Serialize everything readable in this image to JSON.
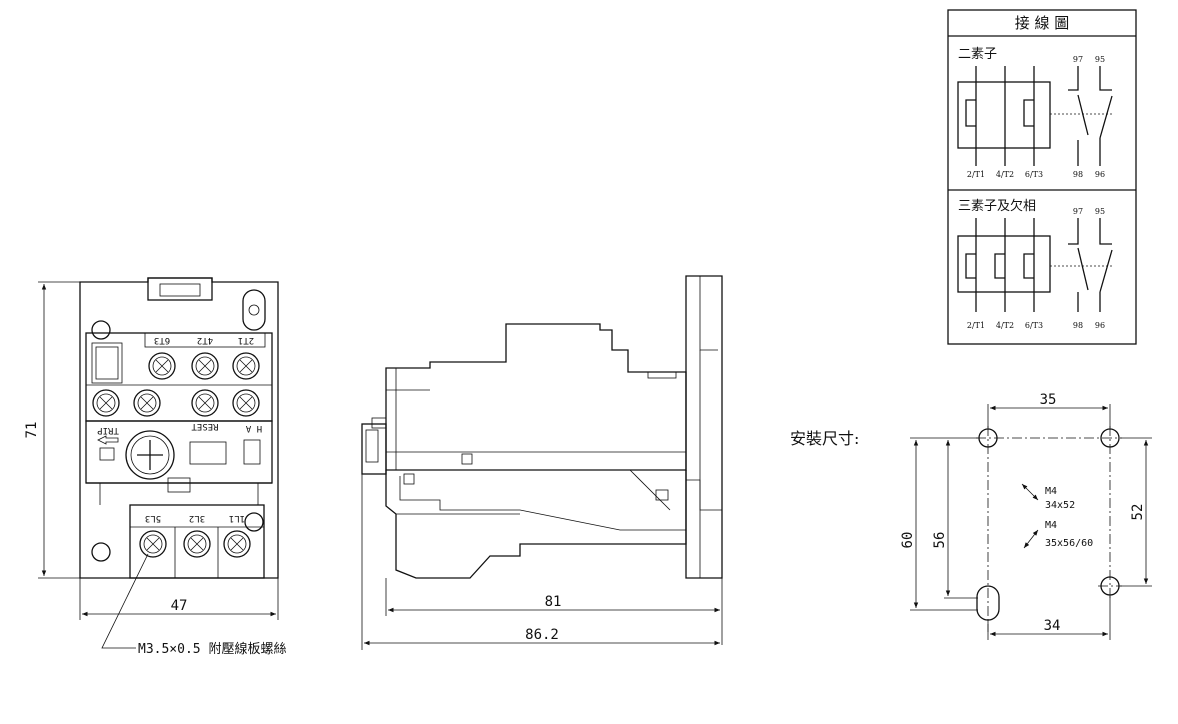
{
  "wiring_box": {
    "title": "接 線 圖",
    "two_element": {
      "label": "二素子",
      "aux_top": [
        "97",
        "95"
      ],
      "terminals": [
        "2/T1",
        "4/T2",
        "6/T3"
      ],
      "aux_bottom": [
        "98",
        "96"
      ]
    },
    "three_element": {
      "label": "三素子及欠相",
      "aux_top": [
        "97",
        "95"
      ],
      "terminals": [
        "2/T1",
        "4/T2",
        "6/T3"
      ],
      "aux_bottom": [
        "98",
        "96"
      ]
    }
  },
  "front_view": {
    "height_dim": "71",
    "width_dim": "47",
    "top_terminal_labels": [
      "6T3",
      "4T2",
      "2T1"
    ],
    "bottom_terminal_labels": [
      "5L3",
      "3L2",
      "1L1"
    ],
    "trip_label": "TRIP",
    "reset_label": "RESET",
    "ha_label": "H A",
    "screw_note": "M3.5×0.5 附壓線板螺絲"
  },
  "side_view": {
    "dim_inner": "81",
    "dim_outer": "86.2"
  },
  "mounting": {
    "label": "安裝尺寸:",
    "dim_top": "35",
    "dim_bottom": "34",
    "dim_left_outer": "60",
    "dim_left_inner": "56",
    "dim_right": "52",
    "screw_1": "M4",
    "screw_1_size": "34x52",
    "screw_2": "M4",
    "screw_2_size": "35x56/60"
  }
}
